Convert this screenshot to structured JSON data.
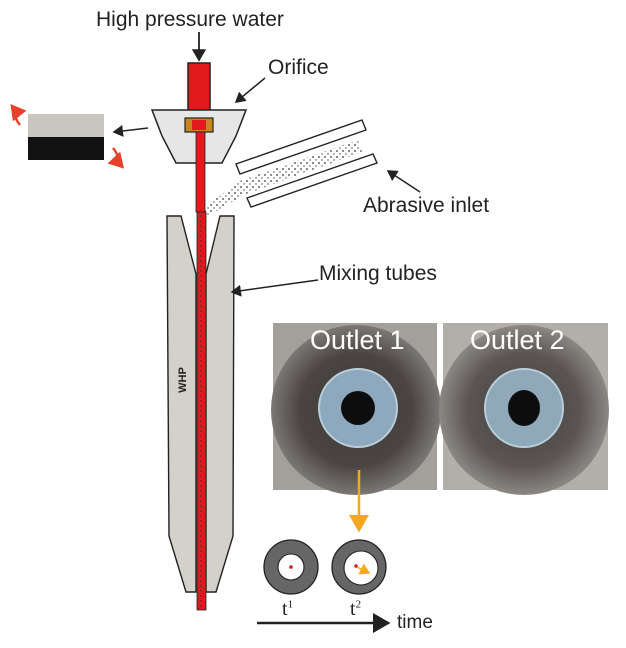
{
  "labels": {
    "water": "High pressure water",
    "orifice": "Orifice",
    "abrasive": "Abrasive inlet",
    "mixing": "Mixing tubes",
    "whp": "WHP",
    "outlet1": "Outlet 1",
    "outlet2": "Outlet 2",
    "t1_base": "t",
    "t1_sup": "1",
    "t2_base": "t",
    "t2_sup": "2",
    "time": "time"
  },
  "colors": {
    "water_red": "#e31a1c",
    "tube_gray": "#d4d1cb",
    "arrow_orange": "#f5a623",
    "rotate_arrow": "#e8412b"
  }
}
